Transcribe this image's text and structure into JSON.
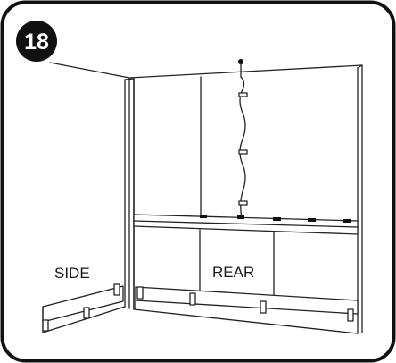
{
  "step": {
    "number": "18"
  },
  "labels": {
    "side": "SIDE",
    "rear": "REAR"
  }
}
